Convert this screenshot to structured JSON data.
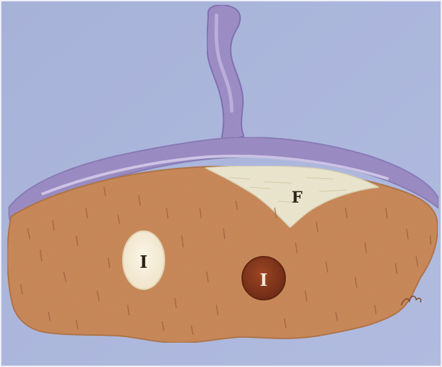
{
  "labels": {
    "fat": "F",
    "infarct_pale": "I",
    "infarct_red": "I"
  },
  "colors": {
    "background": "#a9b3d8",
    "capsule": "#9e8fc4",
    "tissue": "#c88a5a",
    "fat": "#ece6cf",
    "pale_infarct": "#f4ead8",
    "red_infarct": "#8a3a1e"
  }
}
